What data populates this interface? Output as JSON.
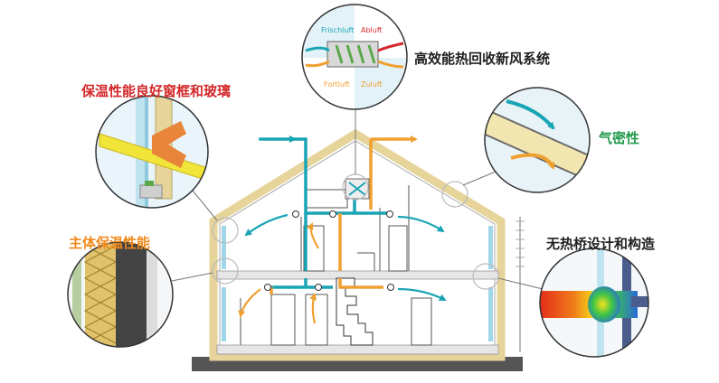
{
  "labels": {
    "hrv": "高效能热回收新风系统",
    "windows": "保温性能良好窗框和玻璃",
    "airtight": "气密性",
    "insulation": "主体保温性能",
    "thermal_bridge": "无热桥设计和构造"
  },
  "hrv_unit": {
    "frischluft": "Frischluft",
    "abluft": "Abluft",
    "fortluft": "Fortluft",
    "zuluft": "Zuluft"
  },
  "colors": {
    "fresh_air": "#1aa5b5",
    "exhaust_air": "#f0a030",
    "wall": "#e6d49a",
    "red_text": "#d4282a",
    "orange_text": "#ef8a1c",
    "green_text": "#239a4b"
  }
}
